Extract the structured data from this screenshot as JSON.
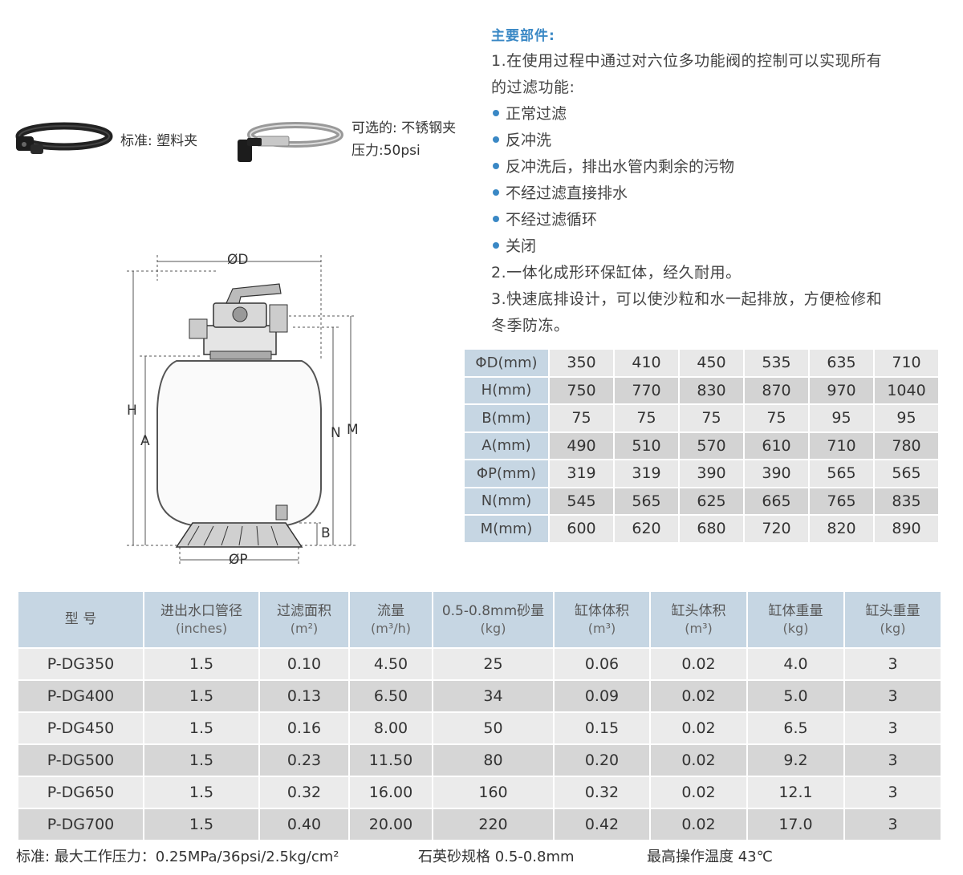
{
  "clamps": {
    "standard_label": "标准: 塑料夹",
    "optional_label": "可选的: 不锈钢夹",
    "pressure_label": "压力:50psi"
  },
  "diagram": {
    "labels": {
      "d": "ØD",
      "p": "ØP",
      "h": "H",
      "a": "A",
      "n": "N",
      "m": "M",
      "b": "B"
    }
  },
  "features": {
    "heading": "主要部件:",
    "item1_line1": "1.在使用过程中通过对六位多功能阀的控制可以实现所有",
    "item1_line2": "的过滤功能:",
    "bullets": [
      "正常过滤",
      "反冲洗",
      "反冲洗后，排出水管内剩余的污物",
      "不经过滤直接排水",
      "不经过滤循环",
      "关闭"
    ],
    "item2": "2.一体化成形环保缸体，经久耐用。",
    "item3_line1": "3.快速底排设计，可以使沙粒和水一起排放，方便检修和",
    "item3_line2": "冬季防冻。"
  },
  "dimensions": {
    "rows": [
      {
        "label": "ΦD(mm)",
        "values": [
          "350",
          "410",
          "450",
          "535",
          "635",
          "710"
        ]
      },
      {
        "label": "H(mm)",
        "values": [
          "750",
          "770",
          "830",
          "870",
          "970",
          "1040"
        ]
      },
      {
        "label": "B(mm)",
        "values": [
          "75",
          "75",
          "75",
          "75",
          "95",
          "95"
        ]
      },
      {
        "label": "A(mm)",
        "values": [
          "490",
          "510",
          "570",
          "610",
          "710",
          "780"
        ]
      },
      {
        "label": "ΦP(mm)",
        "values": [
          "319",
          "319",
          "390",
          "390",
          "565",
          "565"
        ]
      },
      {
        "label": "N(mm)",
        "values": [
          "545",
          "565",
          "625",
          "665",
          "765",
          "835"
        ]
      },
      {
        "label": "M(mm)",
        "values": [
          "600",
          "620",
          "680",
          "720",
          "820",
          "890"
        ]
      }
    ]
  },
  "spec_table": {
    "headers": [
      {
        "name": "型 号",
        "unit": ""
      },
      {
        "name": "进出水口管径",
        "unit": "(inches)"
      },
      {
        "name": "过滤面积",
        "unit": "(m²)"
      },
      {
        "name": "流量",
        "unit": "(m³/h)"
      },
      {
        "name": "0.5-0.8mm砂量",
        "unit": "(kg)"
      },
      {
        "name": "缸体体积",
        "unit": "(m³)"
      },
      {
        "name": "缸头体积",
        "unit": "(m³)"
      },
      {
        "name": "缸体重量",
        "unit": "(kg)"
      },
      {
        "name": "缸头重量",
        "unit": "(kg)"
      }
    ],
    "rows": [
      [
        "P-DG350",
        "1.5",
        "0.10",
        "4.50",
        "25",
        "0.06",
        "0.02",
        "4.0",
        "3"
      ],
      [
        "P-DG400",
        "1.5",
        "0.13",
        "6.50",
        "34",
        "0.09",
        "0.02",
        "5.0",
        "3"
      ],
      [
        "P-DG450",
        "1.5",
        "0.16",
        "8.00",
        "50",
        "0.15",
        "0.02",
        "6.5",
        "3"
      ],
      [
        "P-DG500",
        "1.5",
        "0.23",
        "11.50",
        "80",
        "0.20",
        "0.02",
        "9.2",
        "3"
      ],
      [
        "P-DG650",
        "1.5",
        "0.32",
        "16.00",
        "160",
        "0.32",
        "0.02",
        "12.1",
        "3"
      ],
      [
        "P-DG700",
        "1.5",
        "0.40",
        "20.00",
        "220",
        "0.42",
        "0.02",
        "17.0",
        "3"
      ]
    ]
  },
  "footer": {
    "standard": "标准:  最大工作压力：0.25MPa/36psi/2.5kg/cm²",
    "sand": "石英砂规格 0.5-0.8mm",
    "temp": "最高操作温度 43℃"
  }
}
